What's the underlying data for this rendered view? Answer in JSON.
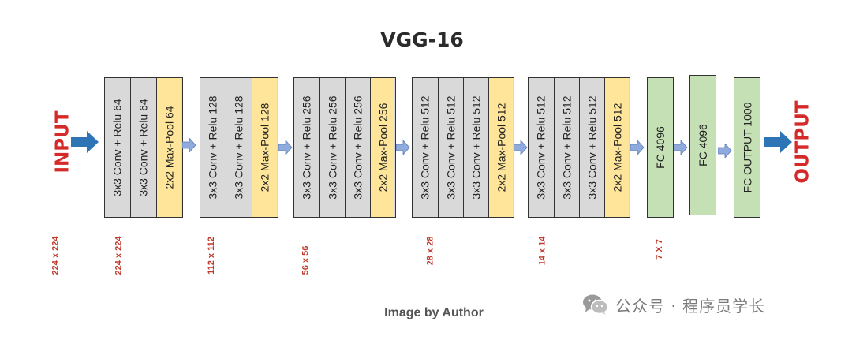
{
  "title": "VGG-16",
  "input_label": "INPUT",
  "output_label": "OUTPUT",
  "caption": "Image by Author",
  "watermark": "公众号 · 程序员学长",
  "colors": {
    "conv": "#d9d9d9",
    "pool": "#ffe599",
    "fc": "#c5e0b4",
    "io_text": "#d42a2a",
    "arrow_big": "#2e75b6",
    "arrow_small": "#8faadc"
  },
  "blocks": [
    {
      "layers": [
        "3x3  Conv + Relu  64",
        "3x3  Conv + Relu  64",
        "2x2  Max-Pool  64"
      ]
    },
    {
      "layers": [
        "3x3  Conv + Relu  128",
        "3x3  Conv + Relu  128",
        "2x2  Max-Pool  128"
      ]
    },
    {
      "layers": [
        "3x3  Conv + Relu  256",
        "3x3  Conv + Relu  256",
        "3x3  Conv + Relu  256",
        "2x2  Max-Pool  256"
      ]
    },
    {
      "layers": [
        "3x3  Conv + Relu  512",
        "3x3  Conv + Relu  512",
        "3x3  Conv + Relu  512",
        "2x2  Max-Pool  512"
      ]
    },
    {
      "layers": [
        "3x3  Conv + Relu  512",
        "3x3  Conv + Relu  512",
        "3x3  Conv + Relu  512",
        "2x2  Max-Pool  512"
      ]
    }
  ],
  "fc": [
    "FC  4096",
    "FC  4096",
    "FC  OUTPUT  1000"
  ],
  "dims": [
    "224 x 224",
    "224 x 224",
    "112 x 112",
    "56 x 56",
    "28 x 28",
    "14 x 14",
    "7 X 7"
  ]
}
